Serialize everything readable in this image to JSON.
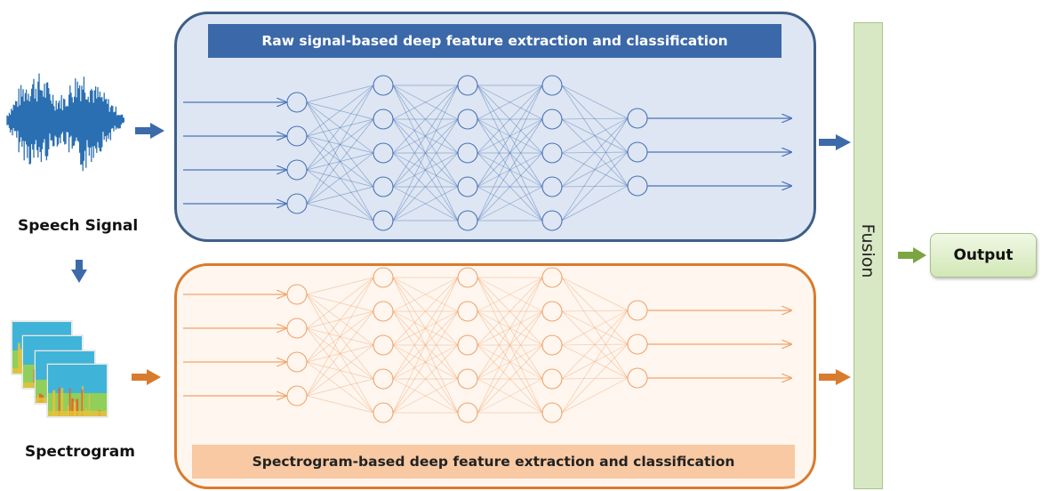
{
  "inputs": {
    "speech_label": "Speech Signal",
    "spectrogram_label": "Spectrogram"
  },
  "branches": {
    "raw_title": "Raw signal-based deep feature extraction and classification",
    "spectrogram_title": "Spectrogram-based deep feature extraction and classification"
  },
  "fusion": {
    "label": "Fusion"
  },
  "output": {
    "label": "Output"
  },
  "network": {
    "layer_sizes": [
      4,
      5,
      5,
      5,
      3
    ]
  },
  "colors": {
    "raw_stroke": "#4b72b8",
    "raw_fill": "#dde6f2",
    "raw_border": "#3d5e87",
    "raw_banner": "#3b68a8",
    "spec_stroke": "#f0a46c",
    "spec_fill": "#fef6ef",
    "spec_border": "#d97b2e",
    "spec_banner": "#f8c9a2",
    "fusion_fill": "#d9e8c4",
    "output_arrow": "#7aa540",
    "blue_arrow": "#3d6aa8",
    "orange_arrow": "#d97b2e"
  }
}
